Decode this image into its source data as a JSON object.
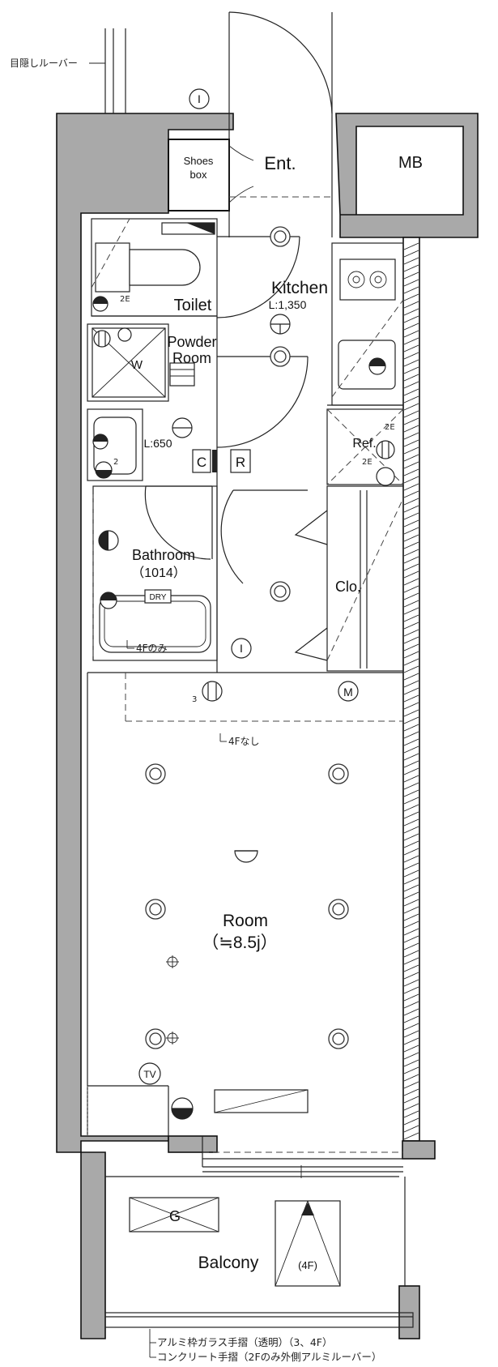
{
  "rooms": {
    "entrance": "Ent.",
    "shoes_box": "Shoes\nbox",
    "mb": "MB",
    "toilet": "Toilet",
    "kitchen": "Kitchen",
    "kitchen_length": "L:1,350",
    "powder_room": "Powder\nRoom",
    "washer": "W",
    "vanity_length": "L:650",
    "refrigerator": "Ref.",
    "bathroom": "Bathroom",
    "bathroom_size": "（1014）",
    "dry": "DRY",
    "closet": "Clo.",
    "room": "Room",
    "room_size": "（≒8.5j）",
    "balcony": "Balcony",
    "balcony_floor": "(4F)"
  },
  "symbols": {
    "intercom": "I",
    "circuit": "C",
    "remote": "R",
    "multimedia": "M",
    "tv": "TV",
    "gas": "G",
    "phone_count": "3",
    "outlet_2e": "2E",
    "outlet_2": "2"
  },
  "annotations": {
    "louver": "目隠しルーバー",
    "bath_4f": "4Fのみ",
    "room_4f": "4Fなし",
    "rail_glass": "アルミ枠ガラス手摺（透明）（3、4F）",
    "rail_concrete": "コンクリート手摺（2Fのみ外側アルミルーバー）"
  }
}
